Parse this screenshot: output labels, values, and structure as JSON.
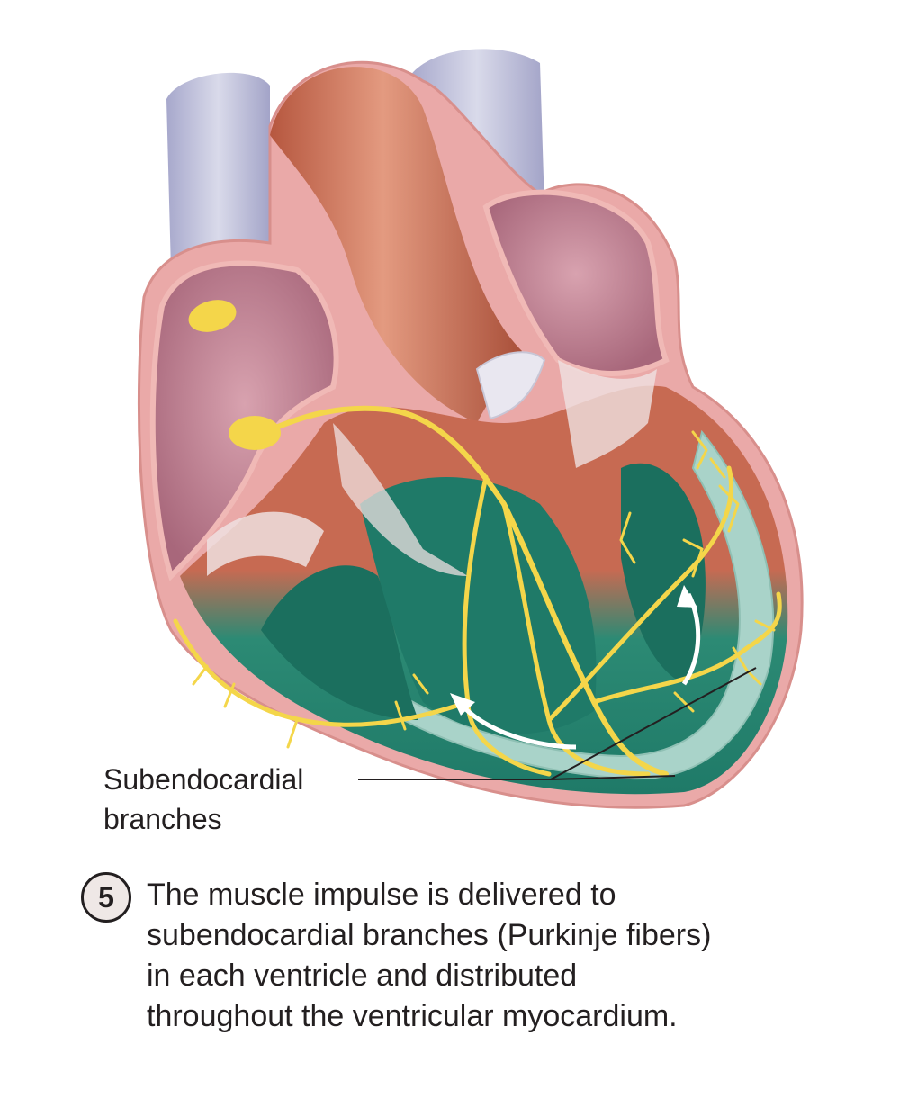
{
  "label": {
    "line1": "Subendocardial",
    "line2": "branches"
  },
  "step": {
    "number": "5",
    "lines": [
      "The muscle impulse is delivered to",
      "subendocardial branches (Purkinje fibers)",
      "in each ventricle and distributed",
      "throughout the ventricular myocardium."
    ]
  },
  "colors": {
    "pericardium_pink": "#eaa9a8",
    "atrium_purple": "#b9798c",
    "aorta_red": "#c96a50",
    "vein_lavender": "#c3c4de",
    "ventricle_teal": "#1f7a68",
    "myocardium_light_teal": "#a9d3c9",
    "conduction_yellow": "#f4d64a",
    "arrow_white": "#ffffff"
  }
}
